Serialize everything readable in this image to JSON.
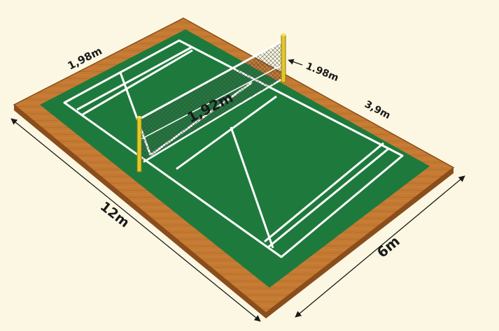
{
  "diagram": {
    "labels": {
      "service_line_left": "1,98m",
      "net_height_post": "1.98m",
      "side_measure": "3,9m",
      "net_height_center": "1,92m",
      "length": "12m",
      "width": "6m"
    },
    "colors": {
      "background": "#fbf7e2",
      "wood_surround": "#c47a32",
      "wood_edge": "#8a4d1c",
      "court_green": "#1e7a3c",
      "line_white": "#ffffff",
      "post_yellow": "#e3c829",
      "net_dark": "#333333",
      "text": "#1a1a1a"
    }
  }
}
